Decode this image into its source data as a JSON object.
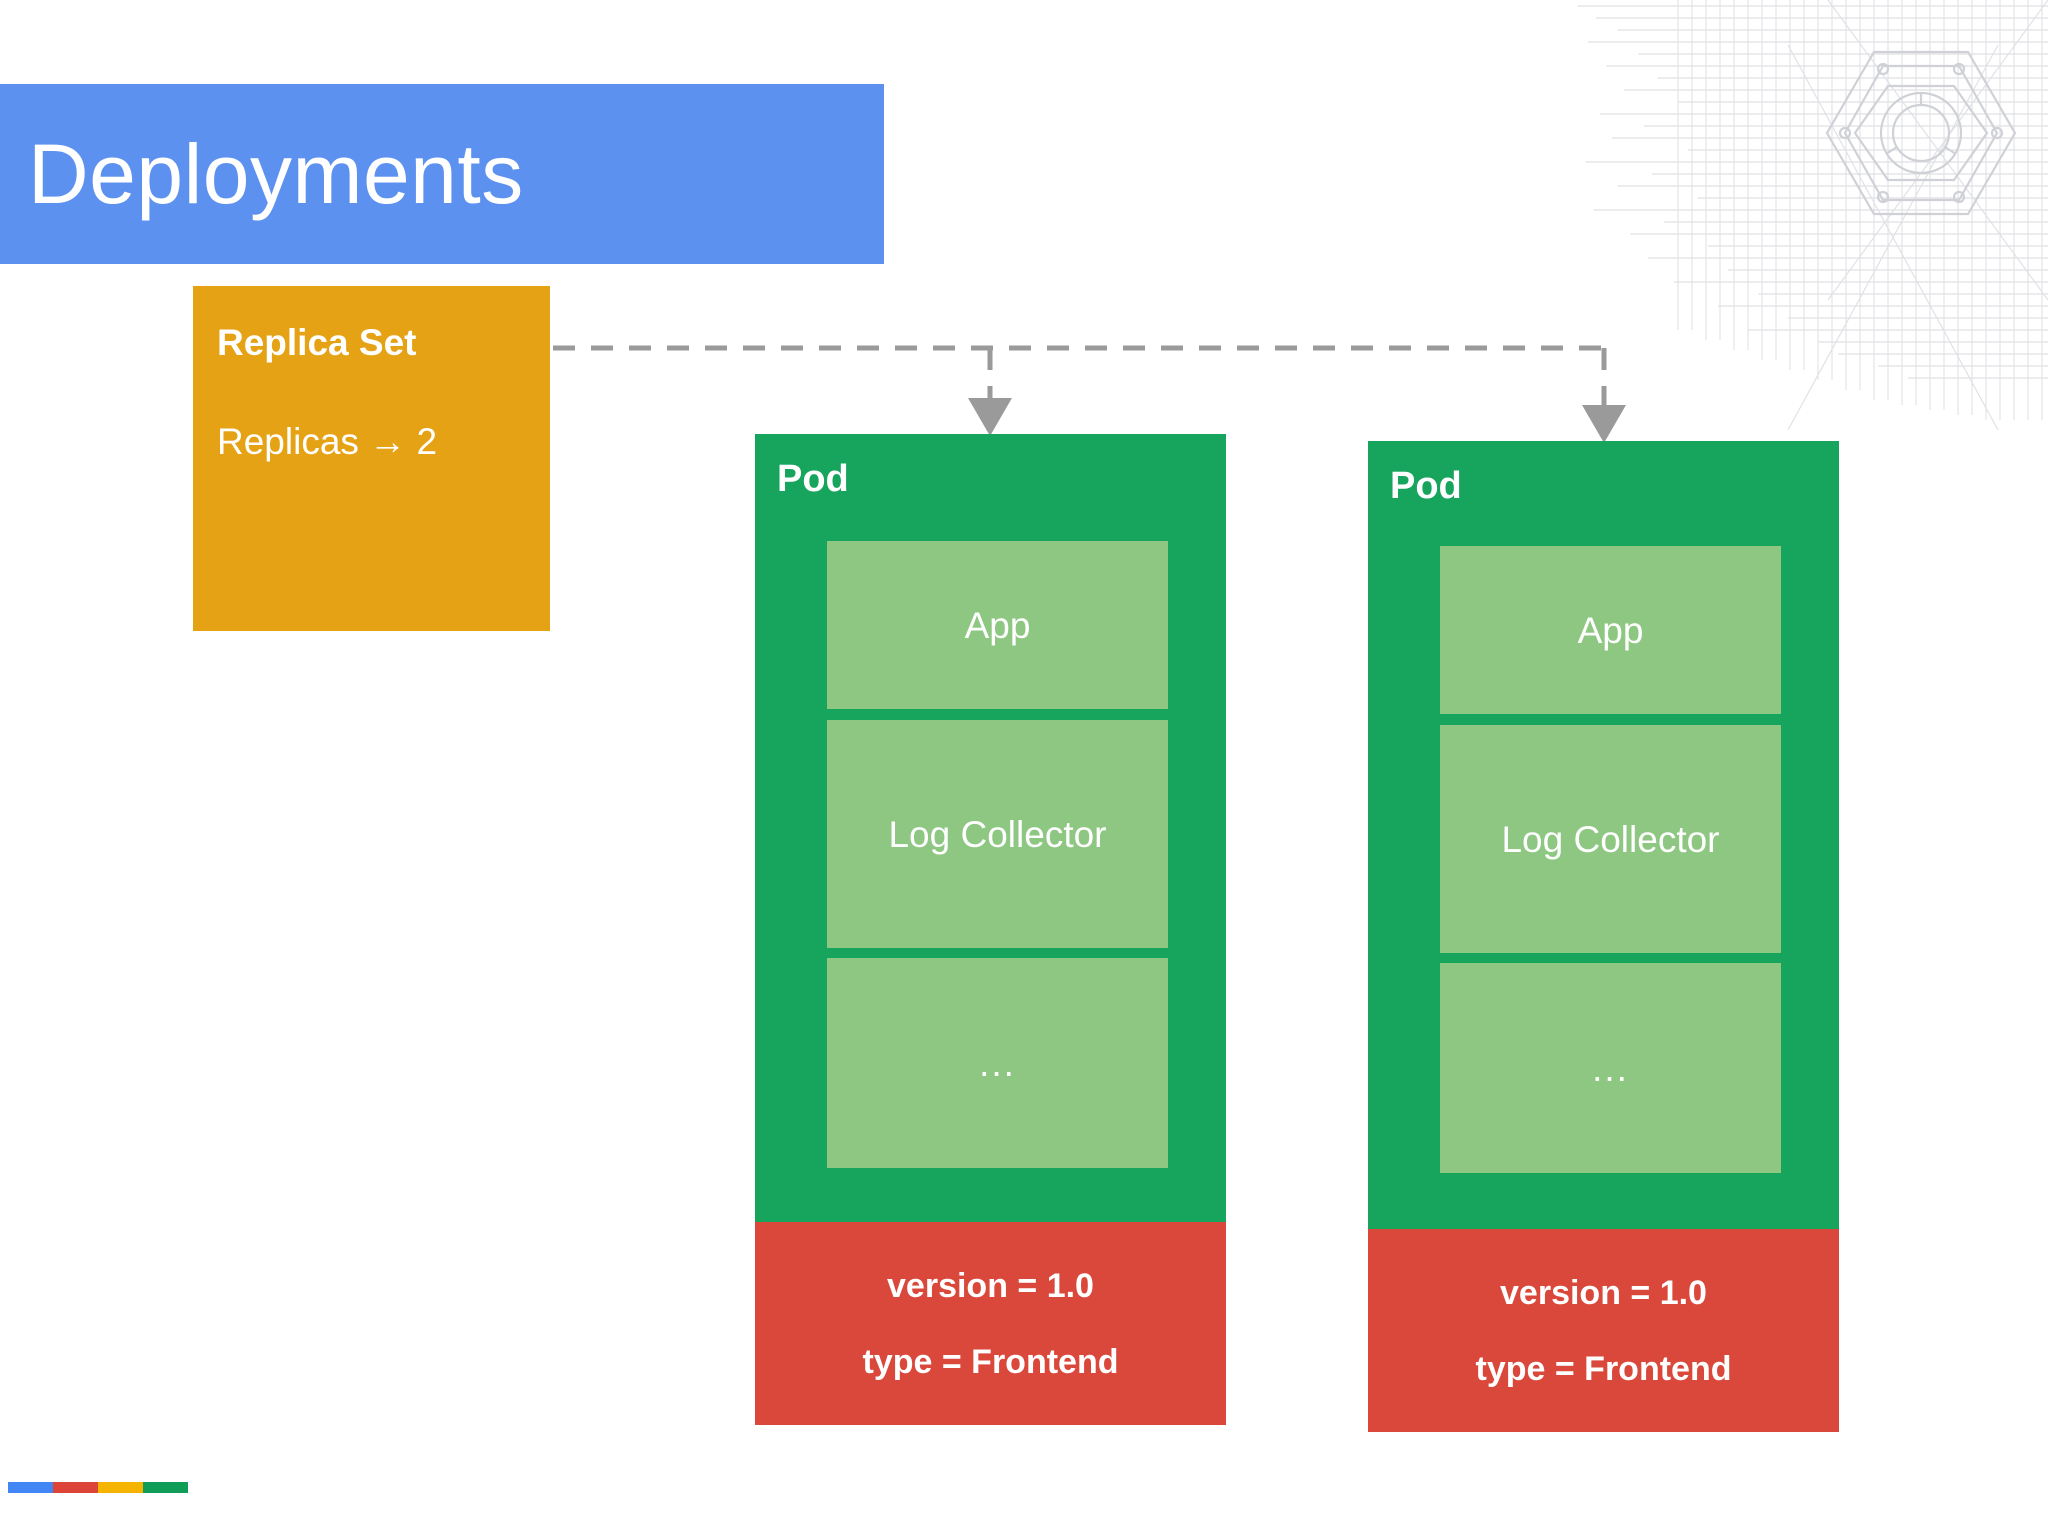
{
  "slide": {
    "title": "Deployments",
    "background_color": "#ffffff"
  },
  "colors": {
    "title_banner": "#5d91f0",
    "replica_set": "#e5a214",
    "pod": "#17a45c",
    "container": "#8ec782",
    "label_band": "#d9483a",
    "connector": "#9a9a9a"
  },
  "replica_set": {
    "title": "Replica Set",
    "detail": "Replicas → 2"
  },
  "pods": [
    {
      "title": "Pod",
      "containers": [
        {
          "label": "App"
        },
        {
          "label": "Log Collector"
        },
        {
          "label": "..."
        }
      ],
      "labels": [
        "version = 1.0",
        "type = Frontend"
      ]
    },
    {
      "title": "Pod",
      "containers": [
        {
          "label": "App"
        },
        {
          "label": "Log Collector"
        },
        {
          "label": "..."
        }
      ],
      "labels": [
        "version = 1.0",
        "type = Frontend"
      ]
    }
  ],
  "footer": {
    "color_bar": [
      "#4285f4",
      "#db4437",
      "#f4b400",
      "#0f9d58"
    ]
  },
  "watermark": {
    "name": "kubernetes-helm-wheel-watermark"
  }
}
